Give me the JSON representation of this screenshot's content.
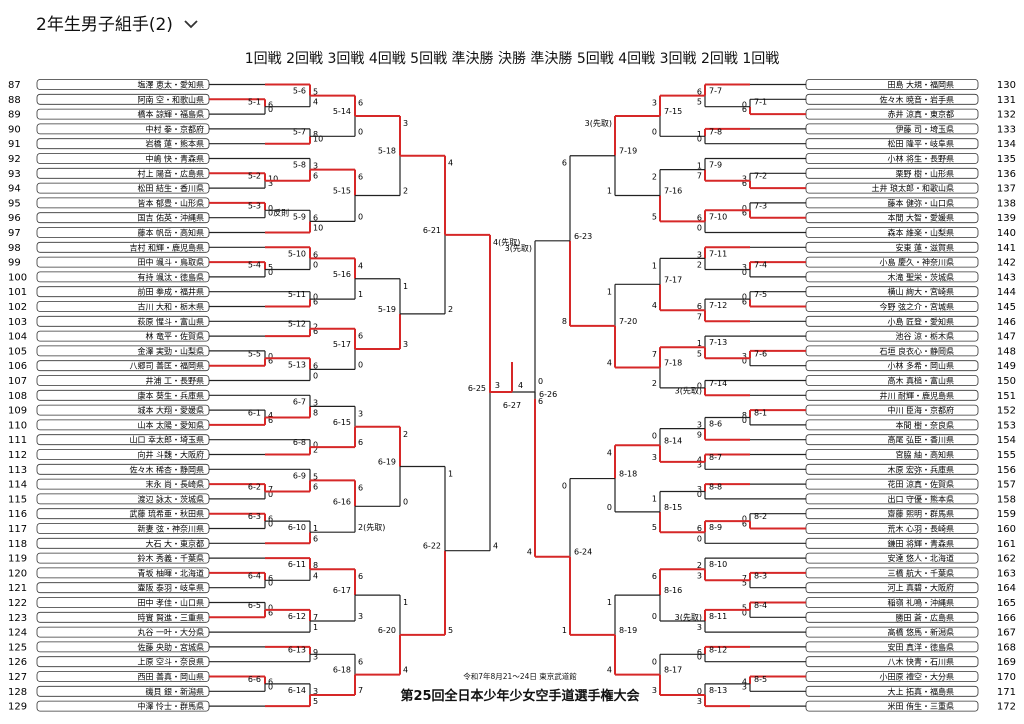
{
  "header": {
    "title": "2年生男子組手(2)",
    "chevron": "chevron-down-icon"
  },
  "rounds_label": "1回戦 2回戦 3回戦 4回戦 5回戦 準決勝 決勝 準決勝 5回戦 4回戦 3回戦 2回戦 1回戦",
  "footer": {
    "date": "令和7年8月21〜24日 東京武道館",
    "event": "第25回全日本少年少女空手道選手権大会"
  },
  "colors": {
    "win": "#d62828",
    "line": "#222222"
  },
  "left": [
    {
      "n": "87",
      "name": "塩澤 恵太・愛知県"
    },
    {
      "n": "88",
      "name": "阿南 空・和歌山県"
    },
    {
      "n": "89",
      "name": "橋本 諒輝・福島県"
    },
    {
      "n": "90",
      "name": "中村 拳・京都府"
    },
    {
      "n": "91",
      "name": "岩橋 蓮・熊本県"
    },
    {
      "n": "92",
      "name": "中嶋 快・青森県"
    },
    {
      "n": "93",
      "name": "村上 陽音・広島県"
    },
    {
      "n": "94",
      "name": "松田 結生・香川県"
    },
    {
      "n": "95",
      "name": "皆本 郁豊・山形県"
    },
    {
      "n": "96",
      "name": "国吉 佑英・沖縄県"
    },
    {
      "n": "97",
      "name": "藤本 帆岳・高知県"
    },
    {
      "n": "98",
      "name": "吉村 和輝・鹿児島県"
    },
    {
      "n": "99",
      "name": "田中 颯斗・鳥取県"
    },
    {
      "n": "100",
      "name": "有持 颯汰・徳島県"
    },
    {
      "n": "101",
      "name": "前田 拳成・福井県"
    },
    {
      "n": "102",
      "name": "古川 大和・栃木県"
    },
    {
      "n": "103",
      "name": "萩原 惺斗・富山県"
    },
    {
      "n": "104",
      "name": "林 竜平・佐賀県"
    },
    {
      "n": "105",
      "name": "金澤 実勁・山梨県"
    },
    {
      "n": "106",
      "name": "八郷司 善匡・福岡県"
    },
    {
      "n": "107",
      "name": "井浦 工・長野県"
    },
    {
      "n": "108",
      "name": "康本 葵生・兵庫県"
    },
    {
      "n": "109",
      "name": "城本 大翔・愛媛県"
    },
    {
      "n": "110",
      "name": "山本 太陽・愛知県"
    },
    {
      "n": "111",
      "name": "山口 幸太郎・埼玉県"
    },
    {
      "n": "112",
      "name": "向井 斗魏・大阪府"
    },
    {
      "n": "113",
      "name": "佐々木 稀杏・静岡県"
    },
    {
      "n": "114",
      "name": "末永 尚・長崎県"
    },
    {
      "n": "115",
      "name": "渡辺 詠太・茨城県"
    },
    {
      "n": "116",
      "name": "武藤 琉希亜・秋田県"
    },
    {
      "n": "117",
      "name": "新妻 弦・神奈川県"
    },
    {
      "n": "118",
      "name": "大石 大・東京都"
    },
    {
      "n": "119",
      "name": "鈴木 秀義・千葉県"
    },
    {
      "n": "120",
      "name": "青坂 柚暉・北海道"
    },
    {
      "n": "121",
      "name": "壷阪 泰羽・岐阜県"
    },
    {
      "n": "122",
      "name": "田中 孝佳・山口県"
    },
    {
      "n": "123",
      "name": "時實 賢進・三重県"
    },
    {
      "n": "124",
      "name": "丸谷 一叶・大分県"
    },
    {
      "n": "125",
      "name": "佐藤 央助・宮城県"
    },
    {
      "n": "126",
      "name": "上原 空斗・奈良県"
    },
    {
      "n": "127",
      "name": "西田 善真・岡山県"
    },
    {
      "n": "128",
      "name": "磯貝 銀・新潟県"
    },
    {
      "n": "129",
      "name": "中澤 怜士・群馬県"
    }
  ],
  "right": [
    {
      "n": "130",
      "name": "田島 大規・福岡県"
    },
    {
      "n": "131",
      "name": "佐々木 暁音・岩手県"
    },
    {
      "n": "132",
      "name": "赤井 涼真・東京都"
    },
    {
      "n": "133",
      "name": "伊藤 司・埼玉県"
    },
    {
      "n": "134",
      "name": "松田 隆平・岐阜県"
    },
    {
      "n": "135",
      "name": "小林 将生・長野県"
    },
    {
      "n": "136",
      "name": "栗野 樹・山形県"
    },
    {
      "n": "137",
      "name": "土井 琅太郎・和歌山県"
    },
    {
      "n": "138",
      "name": "藤本 健弥・山口県"
    },
    {
      "n": "139",
      "name": "本間 大智・愛媛県"
    },
    {
      "n": "140",
      "name": "森本 維楽・山梨県"
    },
    {
      "n": "141",
      "name": "安東 蓮・滋賀県"
    },
    {
      "n": "142",
      "name": "小島 慶久・神奈川県"
    },
    {
      "n": "143",
      "name": "木滝 聖栄・茨城県"
    },
    {
      "n": "144",
      "name": "横山 絢大・宮崎県"
    },
    {
      "n": "145",
      "name": "今野 弦之介・宮城県"
    },
    {
      "n": "146",
      "name": "小島 匠登・愛知県"
    },
    {
      "n": "147",
      "name": "池谷 涼・栃木県"
    },
    {
      "n": "148",
      "name": "石垣 良衣心・静岡県"
    },
    {
      "n": "149",
      "name": "小林 多希・岡山県"
    },
    {
      "n": "150",
      "name": "高木 真槌・富山県"
    },
    {
      "n": "151",
      "name": "井川 耐輝・鹿児島県"
    },
    {
      "n": "152",
      "name": "中川 臣海・京都府"
    },
    {
      "n": "153",
      "name": "本間 樹・奈良県"
    },
    {
      "n": "154",
      "name": "髙尾 弘臣・香川県"
    },
    {
      "n": "155",
      "name": "宮脇 紬・高知県"
    },
    {
      "n": "156",
      "name": "木原 宏弥・兵庫県"
    },
    {
      "n": "157",
      "name": "花田 涼真・佐賀県"
    },
    {
      "n": "158",
      "name": "出口 守優・熊本県"
    },
    {
      "n": "159",
      "name": "齋藤 煕明・群馬県"
    },
    {
      "n": "160",
      "name": "荒木 心羽・長崎県"
    },
    {
      "n": "161",
      "name": "鎌田 将輝・青森県"
    },
    {
      "n": "162",
      "name": "安達 悠人・北海道"
    },
    {
      "n": "163",
      "name": "三橋 航大・千葉県"
    },
    {
      "n": "164",
      "name": "河上 真碧・大阪府"
    },
    {
      "n": "165",
      "name": "稲嶺 礼鳴・沖縄県"
    },
    {
      "n": "166",
      "name": "勝田 蒼・広島県"
    },
    {
      "n": "167",
      "name": "髙橋 悠馬・新潟県"
    },
    {
      "n": "168",
      "name": "安田 真洋・徳島県"
    },
    {
      "n": "169",
      "name": "八木 快青・石川県"
    },
    {
      "n": "170",
      "name": "小田原 禮空・大分県"
    },
    {
      "n": "171",
      "name": "大上 拓真・福島県"
    },
    {
      "n": "172",
      "name": "米田 侑生・三重県"
    }
  ],
  "left_r1": [
    {
      "a": 1,
      "b": 2,
      "label": "5-1",
      "sa": "6",
      "sb": "0",
      "w": "a"
    },
    {
      "a": 6,
      "b": 7,
      "label": "5-2",
      "sa": "10",
      "sb": "3",
      "w": "a"
    },
    {
      "a": 8,
      "b": 9,
      "label": "5-3",
      "sa": "0",
      "sb": "0反則",
      "w": "a"
    },
    {
      "a": 12,
      "b": 13,
      "label": "5-4",
      "sa": "5",
      "sb": "0",
      "w": "a"
    },
    {
      "a": 18,
      "b": 19,
      "label": "5-5",
      "sa": "0",
      "sb": "6",
      "w": "b"
    },
    {
      "a": 22,
      "b": 23,
      "label": "6-1",
      "sa": "4",
      "sb": "6",
      "w": "b"
    },
    {
      "a": 27,
      "b": 28,
      "label": "6-2",
      "sa": "7",
      "sb": "0",
      "w": "a"
    },
    {
      "a": 29,
      "b": 30,
      "label": "6-3",
      "sa": "6",
      "sb": "0",
      "w": "a"
    },
    {
      "a": 33,
      "b": 34,
      "label": "6-4",
      "sa": "6",
      "sb": "0",
      "w": "a"
    },
    {
      "a": 35,
      "b": 36,
      "label": "6-5",
      "sa": "0",
      "sb": "6",
      "w": "b"
    },
    {
      "a": 40,
      "b": 41,
      "label": "6-6",
      "sa": "6",
      "sb": "0",
      "w": "a"
    }
  ],
  "right_r1": [
    {
      "a": 1,
      "b": 2,
      "label": "7-1",
      "sa": "0",
      "sb": "6",
      "w": "b"
    },
    {
      "a": 6,
      "b": 7,
      "label": "7-2",
      "sa": "3",
      "sb": "6",
      "w": "b"
    },
    {
      "a": 8,
      "b": 9,
      "label": "7-3",
      "sa": "0",
      "sb": "6",
      "w": "b"
    },
    {
      "a": 12,
      "b": 13,
      "label": "7-4",
      "sa": "3",
      "sb": "0",
      "w": "a"
    },
    {
      "a": 14,
      "b": 15,
      "label": "7-5",
      "sa": "0",
      "sb": "6",
      "w": "b"
    },
    {
      "a": 18,
      "b": 19,
      "label": "7-6",
      "sa": "3",
      "sb": "0",
      "w": "a"
    },
    {
      "a": 22,
      "b": 23,
      "label": "8-1",
      "sa": "8",
      "sb": "0",
      "w": "a"
    },
    {
      "a": 29,
      "b": 30,
      "label": "8-2",
      "sa": "0",
      "sb": "6",
      "w": "b"
    },
    {
      "a": 33,
      "b": 34,
      "label": "8-3",
      "sa": "7",
      "sb": "5",
      "w": "a"
    },
    {
      "a": 35,
      "b": 36,
      "label": "8-4",
      "sa": "5",
      "sb": "0",
      "w": "a"
    },
    {
      "a": 40,
      "b": 41,
      "label": "8-5",
      "sa": "4",
      "sb": "3",
      "w": "a"
    }
  ],
  "left_r2": [
    {
      "label": "5-6",
      "sa": "5",
      "sb": "4",
      "w": "a"
    },
    {
      "label": "5-7",
      "sa": "8",
      "sb": "10",
      "w": "b"
    },
    {
      "label": "5-8",
      "sa": "3",
      "sb": "6",
      "w": "b"
    },
    {
      "label": "5-9",
      "sa": "6",
      "sb": "10",
      "w": "b"
    },
    {
      "label": "5-10",
      "sa": "6",
      "sb": "0",
      "w": "a"
    },
    {
      "label": "5-11",
      "sa": "0",
      "sb": "6",
      "w": "b"
    },
    {
      "label": "5-12",
      "sa": "2",
      "sb": "6",
      "w": "b"
    },
    {
      "label": "5-13",
      "sa": "6",
      "sb": "0",
      "w": "a"
    },
    {
      "label": "6-7",
      "sa": "3",
      "sb": "8",
      "w": "b"
    },
    {
      "label": "6-8",
      "sa": "0",
      "sb": "2",
      "w": "b"
    },
    {
      "label": "6-9",
      "sa": "5",
      "sb": "6",
      "w": "b"
    },
    {
      "label": "6-10",
      "sa": "1",
      "sb": "6",
      "w": "b"
    },
    {
      "label": "6-11",
      "sa": "8",
      "sb": "4",
      "w": "a"
    },
    {
      "label": "6-12",
      "sa": "7",
      "sb": "1",
      "w": "a"
    },
    {
      "label": "6-13",
      "sa": "9",
      "sb": "3",
      "w": "a"
    },
    {
      "label": "6-14",
      "sa": "3",
      "sb": "5",
      "w": "b"
    }
  ],
  "right_r2": [
    {
      "label": "7-7",
      "sa": "6",
      "sb": "5",
      "w": "a"
    },
    {
      "label": "7-8",
      "sa": "1",
      "sb": "0",
      "w": "a"
    },
    {
      "label": "7-9",
      "sa": "1",
      "sb": "7",
      "w": "b"
    },
    {
      "label": "7-10",
      "sa": "6",
      "sb": "0",
      "w": "a"
    },
    {
      "label": "7-11",
      "sa": "3",
      "sb": "2",
      "w": "a"
    },
    {
      "label": "7-12",
      "sa": "6",
      "sb": "7",
      "w": "b"
    },
    {
      "label": "7-13",
      "sa": "1",
      "sb": "5",
      "w": "b"
    },
    {
      "label": "7-14",
      "sa": "0",
      "sb": "3(先取)",
      "w": "b"
    },
    {
      "label": "8-6",
      "sa": "3",
      "sb": "9",
      "w": "b"
    },
    {
      "label": "8-7",
      "sa": "4",
      "sb": "3",
      "w": "a"
    },
    {
      "label": "8-8",
      "sa": "3",
      "sb": "0",
      "w": "a"
    },
    {
      "label": "8-9",
      "sa": "6",
      "sb": "0",
      "w": "a"
    },
    {
      "label": "8-10",
      "sa": "2",
      "sb": "3",
      "w": "b"
    },
    {
      "label": "8-11",
      "sa": "3(先取)",
      "sb": "3",
      "w": "a"
    },
    {
      "label": "8-12",
      "sa": "6",
      "sb": "0",
      "w": "a"
    },
    {
      "label": "8-13",
      "sa": "0",
      "sb": "3",
      "w": "b"
    }
  ],
  "left_r3": [
    {
      "label": "5-14",
      "sa": "6",
      "sb": "0",
      "w": "a"
    },
    {
      "label": "5-15",
      "sa": "6",
      "sb": "0",
      "w": "a"
    },
    {
      "label": "5-16",
      "sa": "4",
      "sb": "1",
      "w": "a"
    },
    {
      "label": "5-17",
      "sa": "6",
      "sb": "0",
      "w": "a"
    },
    {
      "label": "6-15",
      "sa": "3",
      "sb": "6",
      "w": "b"
    },
    {
      "label": "6-16",
      "sa": "6",
      "sb": "2(先取)",
      "w": "a"
    },
    {
      "label": "6-17",
      "sa": "6",
      "sb": "3",
      "w": "a"
    },
    {
      "label": "6-18",
      "sa": "6",
      "sb": "7",
      "w": "b"
    }
  ],
  "right_r3": [
    {
      "label": "7-15",
      "sa": "3",
      "sb": "0",
      "w": "a"
    },
    {
      "label": "7-16",
      "sa": "2",
      "sb": "5",
      "w": "b"
    },
    {
      "label": "7-17",
      "sa": "1",
      "sb": "4",
      "w": "b"
    },
    {
      "label": "7-18",
      "sa": "7",
      "sb": "2",
      "w": "a"
    },
    {
      "label": "8-14",
      "sa": "0",
      "sb": "3",
      "w": "b"
    },
    {
      "label": "8-15",
      "sa": "1",
      "sb": "5",
      "w": "b"
    },
    {
      "label": "8-16",
      "sa": "6",
      "sb": "0",
      "w": "a"
    },
    {
      "label": "8-17",
      "sa": "0",
      "sb": "3",
      "w": "b"
    }
  ],
  "left_r4": [
    {
      "label": "5-18",
      "sa": "3",
      "sb": "2",
      "w": "a"
    },
    {
      "label": "5-19",
      "sa": "1",
      "sb": "3",
      "w": "b"
    },
    {
      "label": "6-19",
      "sa": "2",
      "sb": "0",
      "w": "a"
    },
    {
      "label": "6-20",
      "sa": "1",
      "sb": "4",
      "w": "b"
    }
  ],
  "right_r4": [
    {
      "label": "7-19",
      "sa": "3(先取)",
      "sb": "1",
      "w": "a"
    },
    {
      "label": "7-20",
      "sa": "1",
      "sb": "4",
      "w": "b"
    },
    {
      "label": "8-18",
      "sa": "4",
      "sb": "0",
      "w": "a"
    },
    {
      "label": "8-19",
      "sa": "1",
      "sb": "4",
      "w": "b"
    }
  ],
  "left_r5": [
    {
      "label": "6-21",
      "sa": "4",
      "sb": "2",
      "w": "a"
    },
    {
      "label": "6-22",
      "sa": "1",
      "sb": "5",
      "w": "b"
    }
  ],
  "right_r5": [
    {
      "label": "6-23",
      "sa": "6",
      "sb": "8",
      "w": "b"
    },
    {
      "label": "6-24",
      "sa": "0",
      "sb": "1",
      "w": "b"
    }
  ],
  "left_sf": {
    "label": "6-25",
    "sa": "4(先取)",
    "sb": "4",
    "w": "a"
  },
  "right_sf": {
    "label": "6-26",
    "sa": "3(先取)",
    "sb": "4",
    "w": "b"
  },
  "final": {
    "label": "6-27",
    "sa": "3",
    "sb": "4",
    "w": "a"
  },
  "right_sf_extra": "0",
  "right_sf_extra2": "6"
}
